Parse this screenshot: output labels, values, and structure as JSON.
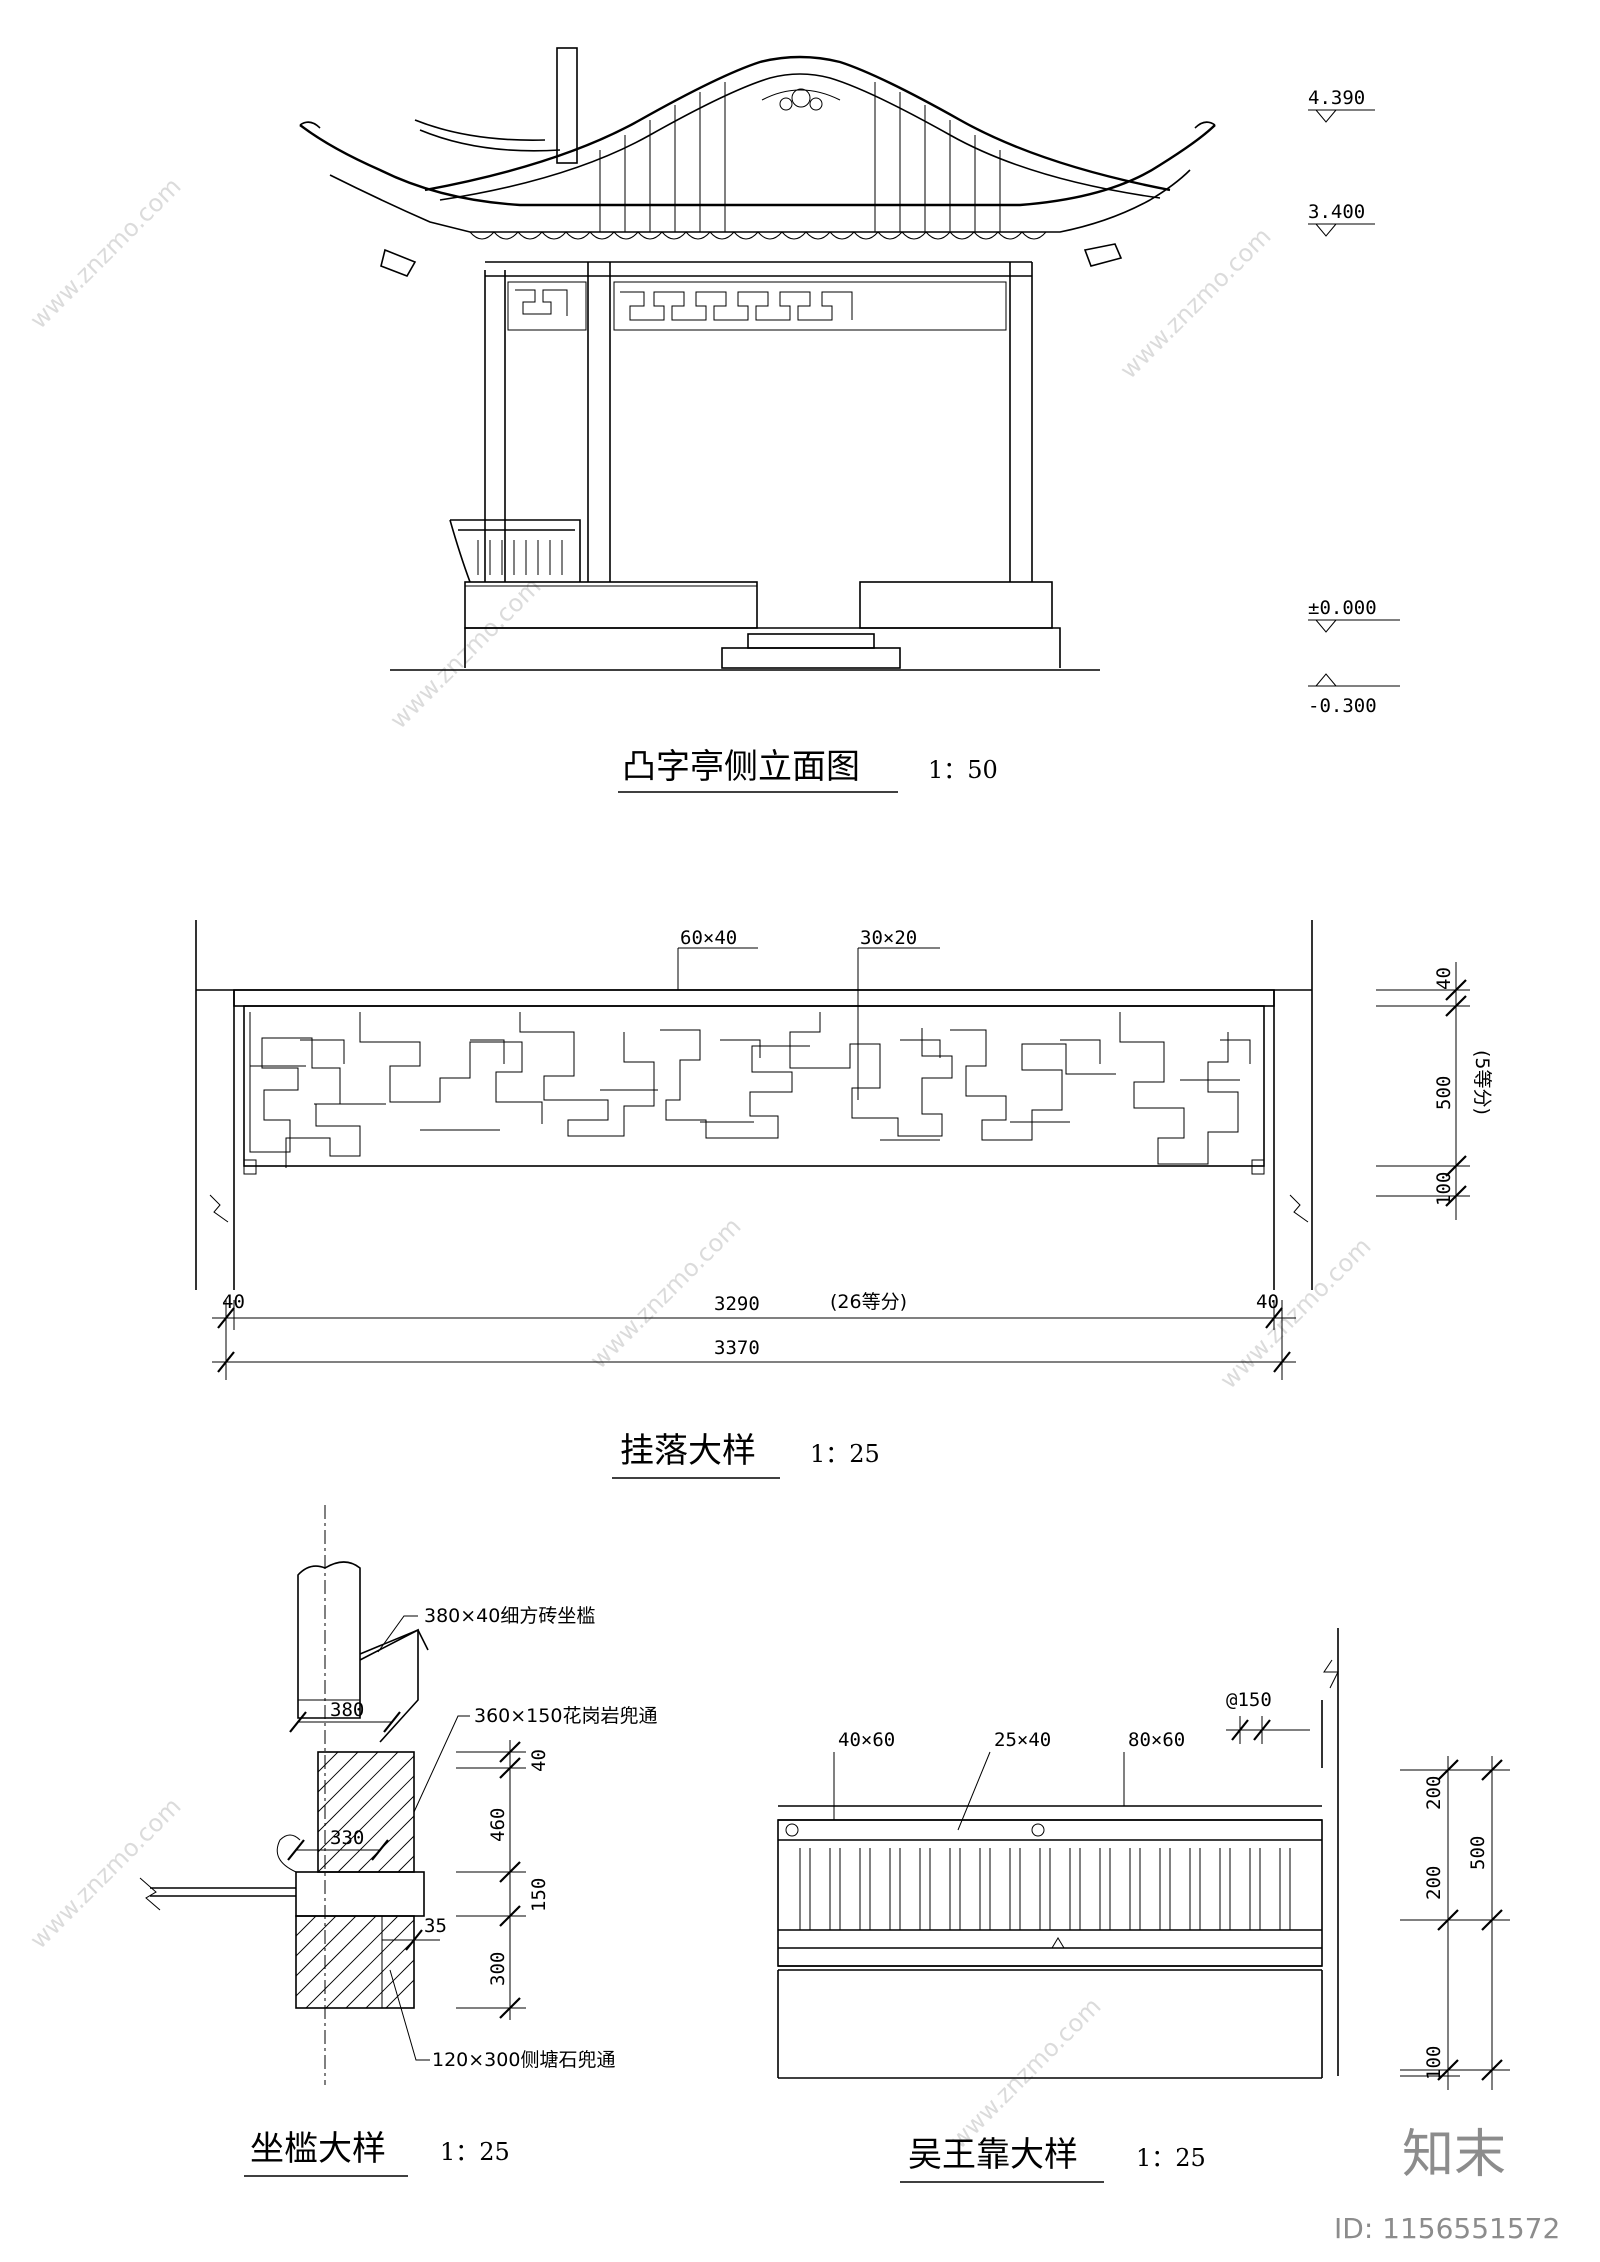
{
  "elevation": {
    "title": "凸字亭侧立面图",
    "scale": "1：50",
    "levels": [
      "4.390",
      "3.400",
      "±0.000",
      "-0.300"
    ]
  },
  "hanging_lattice": {
    "title": "挂落大样",
    "scale": "1：25",
    "labels": {
      "frame": "60×40",
      "bar": "30×20",
      "side_left": "40",
      "side_right": "40",
      "inner_width": "3290",
      "inner_div": "(26等分)",
      "total_width": "3370",
      "top": "40",
      "height": "500",
      "height_div": "(5等分)",
      "bottom": "100"
    }
  },
  "sill": {
    "title": "坐槛大样",
    "scale": "1：25",
    "labels": {
      "note1": "380×40细方砖坐槛",
      "note2": "360×150花岗岩兜通",
      "note3": "120×300侧塘石兜通",
      "w380": "380",
      "w330": "330",
      "d40": "40",
      "d460": "460",
      "d150": "150",
      "d300": "300",
      "d35": "35"
    }
  },
  "bench": {
    "title": "吴王靠大样",
    "scale": "1：25",
    "labels": {
      "m1": "40×60",
      "m2": "25×40",
      "m3": "80×60",
      "spacing": "@150",
      "h200a": "200",
      "h200b": "200",
      "h100": "100",
      "h500": "500"
    }
  },
  "watermark": {
    "brand": "知末",
    "id": "ID: 1156551572",
    "site": "www.znzmo.com"
  }
}
